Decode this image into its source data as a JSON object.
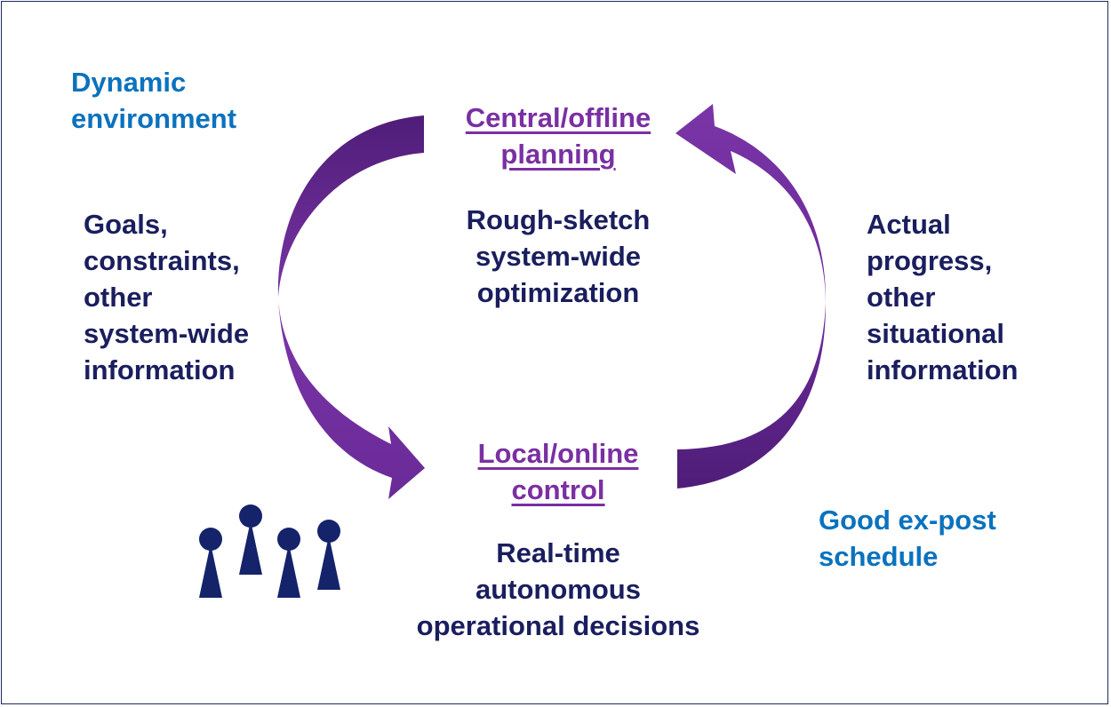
{
  "corners": {
    "dynamic_environment": [
      "Dynamic",
      "environment"
    ],
    "good_schedule": [
      "Good ex-post",
      "schedule"
    ]
  },
  "top_node": {
    "title": [
      "Central/offline",
      "planning"
    ],
    "description": [
      "Rough-sketch",
      "system-wide",
      "optimization"
    ]
  },
  "bottom_node": {
    "title": [
      "Local/online",
      "control"
    ],
    "description": [
      "Real-time",
      "autonomous",
      "operational decisions"
    ]
  },
  "left_flow_label": [
    "Goals,",
    "constraints,",
    "other",
    "system-wide",
    "information"
  ],
  "right_flow_label": [
    "Actual",
    "progress,",
    "other",
    "situational",
    "information"
  ],
  "icons": {
    "left_arrow": "curved-arrow-down-icon",
    "right_arrow": "curved-arrow-up-icon",
    "agents": "agent-pawn-icon"
  },
  "colors": {
    "arrow_light": "#7a35a6",
    "arrow_dark": "#4f1d78",
    "corner_text": "#0b72bd",
    "body_text": "#1a1e5e",
    "node_title": "#7a2fa2",
    "agent_fill": "#14236a",
    "frame_border": "#1f2a5c"
  }
}
